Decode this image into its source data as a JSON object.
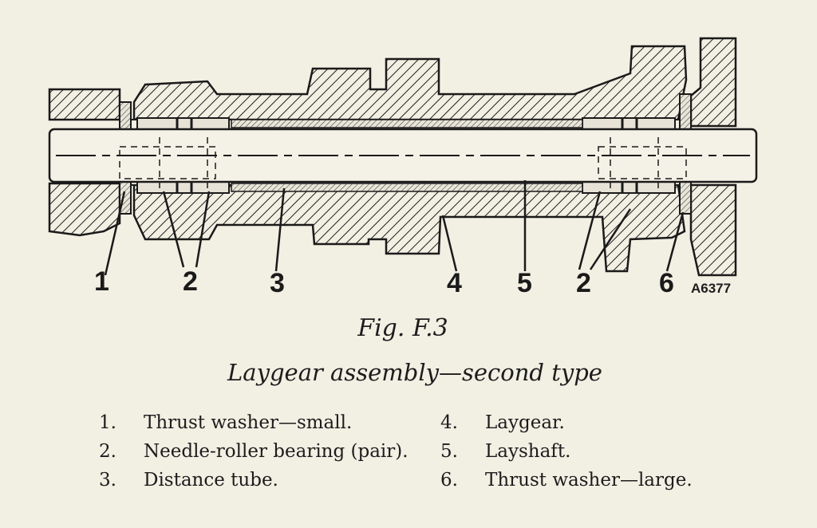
{
  "figure": {
    "number": "Fig. F.3",
    "caption": "Laygear assembly—second type",
    "drawing_code": "A6377"
  },
  "callouts": [
    "1",
    "2",
    "2",
    "3",
    "4",
    "5",
    "2",
    "2",
    "6"
  ],
  "legend": [
    {
      "num": "1.",
      "label": "Thrust washer—small."
    },
    {
      "num": "2.",
      "label": "Needle-roller bearing (pair)."
    },
    {
      "num": "3.",
      "label": "Distance tube."
    },
    {
      "num": "4.",
      "label": "Laygear."
    },
    {
      "num": "5.",
      "label": "Layshaft."
    },
    {
      "num": "6.",
      "label": "Thrust washer—large."
    }
  ]
}
